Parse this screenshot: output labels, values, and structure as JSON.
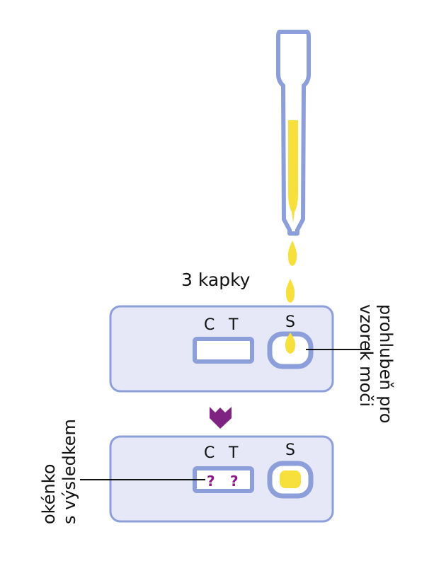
{
  "labels": {
    "drops": "3 kapky",
    "well_callout_line1": "prohlubeň pro",
    "well_callout_line2": "vzorek moči",
    "window_callout_line1": "okénko",
    "window_callout_line2": "s výsledkem"
  },
  "cassette_top": {
    "control": "C",
    "test": "T",
    "sample": "S"
  },
  "cassette_bottom": {
    "control": "C",
    "test": "T",
    "sample": "S",
    "result_c": "?",
    "result_t": "?"
  },
  "colors": {
    "outline": "#8c9fdb",
    "cassette_fill": "#e6e8f7",
    "urine": "#f7e03c",
    "arrow": "#7f2382",
    "question": "#8b1a89"
  },
  "icons": {
    "arrow": "arrow-down-icon",
    "pipette": "pipette-icon"
  }
}
